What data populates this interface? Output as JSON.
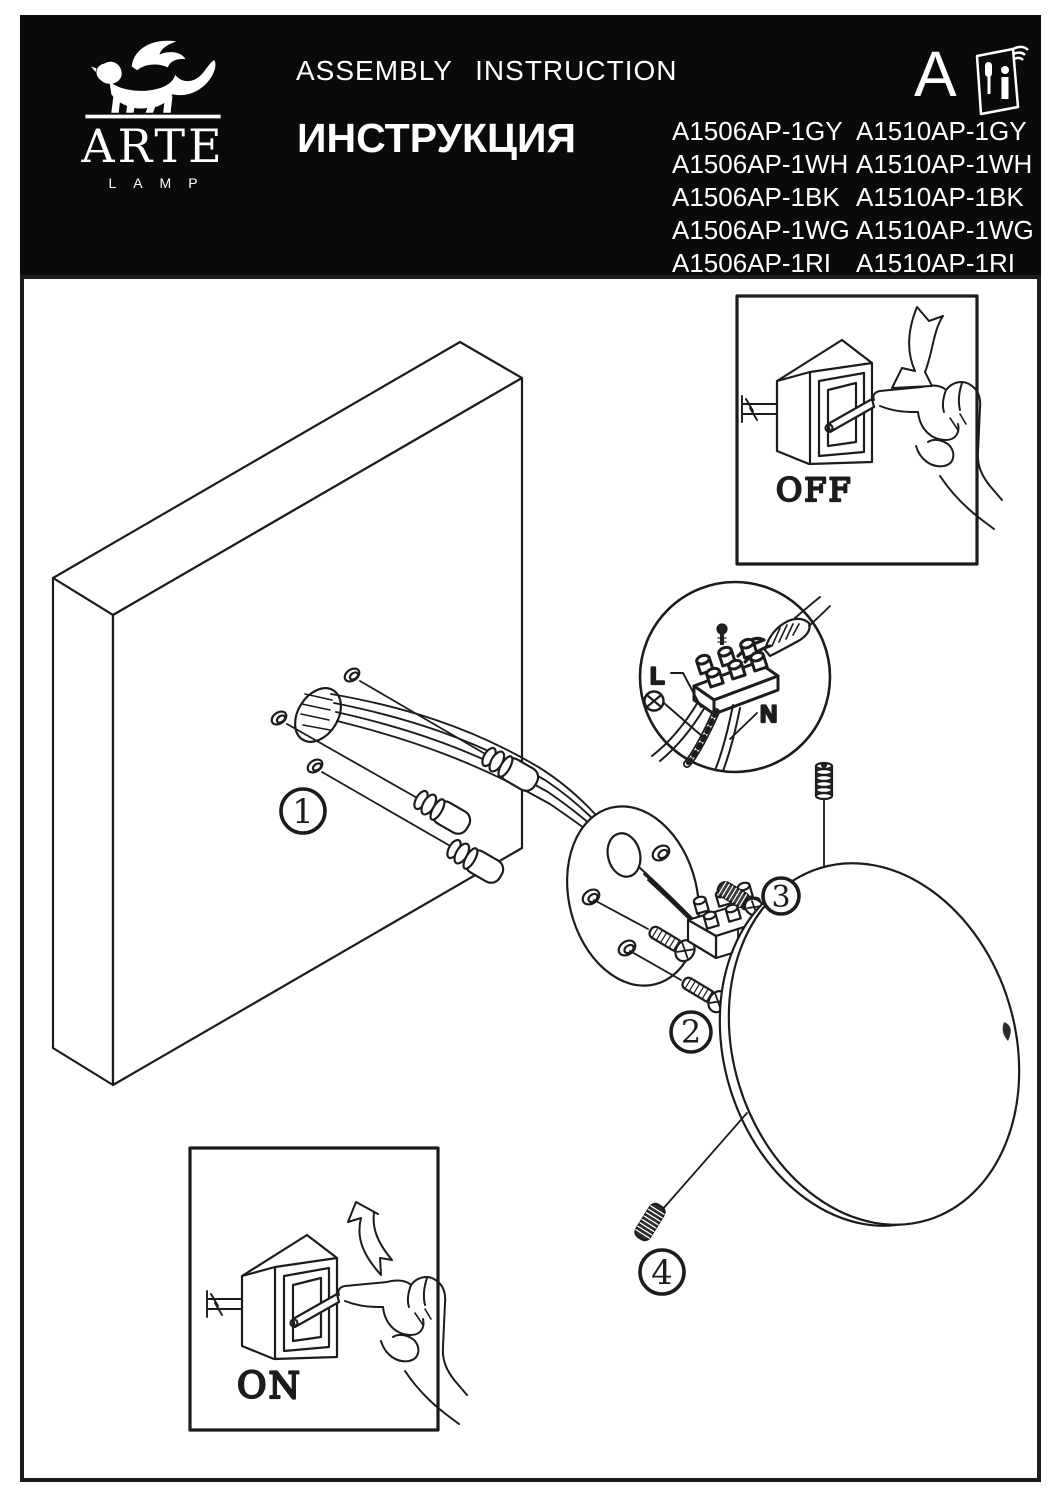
{
  "header": {
    "brand": {
      "logo_icon": "winged-lion-icon",
      "name": "ARTE",
      "subname": "LAMP"
    },
    "title_en": "ASSEMBLY INSTRUCTION",
    "title_ru": "ИНСТРУКЦИЯ",
    "section_letter": "A",
    "manual_icon": "instruction-booklet-icon",
    "models": {
      "col1": [
        "A1506AP-1GY",
        "A1506AP-1WH",
        "A1506AP-1BK",
        "A1506AP-1WG",
        "A1506AP-1RI"
      ],
      "col2": [
        "A1510AP-1GY",
        "A1510AP-1WH",
        "A1510AP-1BK",
        "A1510AP-1WG",
        "A1510AP-1RI"
      ]
    }
  },
  "diagram": {
    "step_numbers": [
      "1",
      "2",
      "3",
      "4"
    ],
    "switch_off": {
      "label": "OFF"
    },
    "switch_on": {
      "label": "ON"
    },
    "wiring_detail": {
      "live_label": "L",
      "neutral_label": "N"
    }
  },
  "icons": {
    "logo": "winged-lion-icon",
    "manual": "instruction-booklet-icon",
    "hand": "pointing-hand-icon",
    "arrow_off": "curved-arrow-down-icon",
    "arrow_on": "curved-arrow-up-icon",
    "earth": "earth-ground-screw-icon"
  },
  "colors": {
    "paper": "#ffffff",
    "ink": "#1c1c1c",
    "header_bg": "#0a0a0a",
    "header_text": "#ffffff"
  }
}
